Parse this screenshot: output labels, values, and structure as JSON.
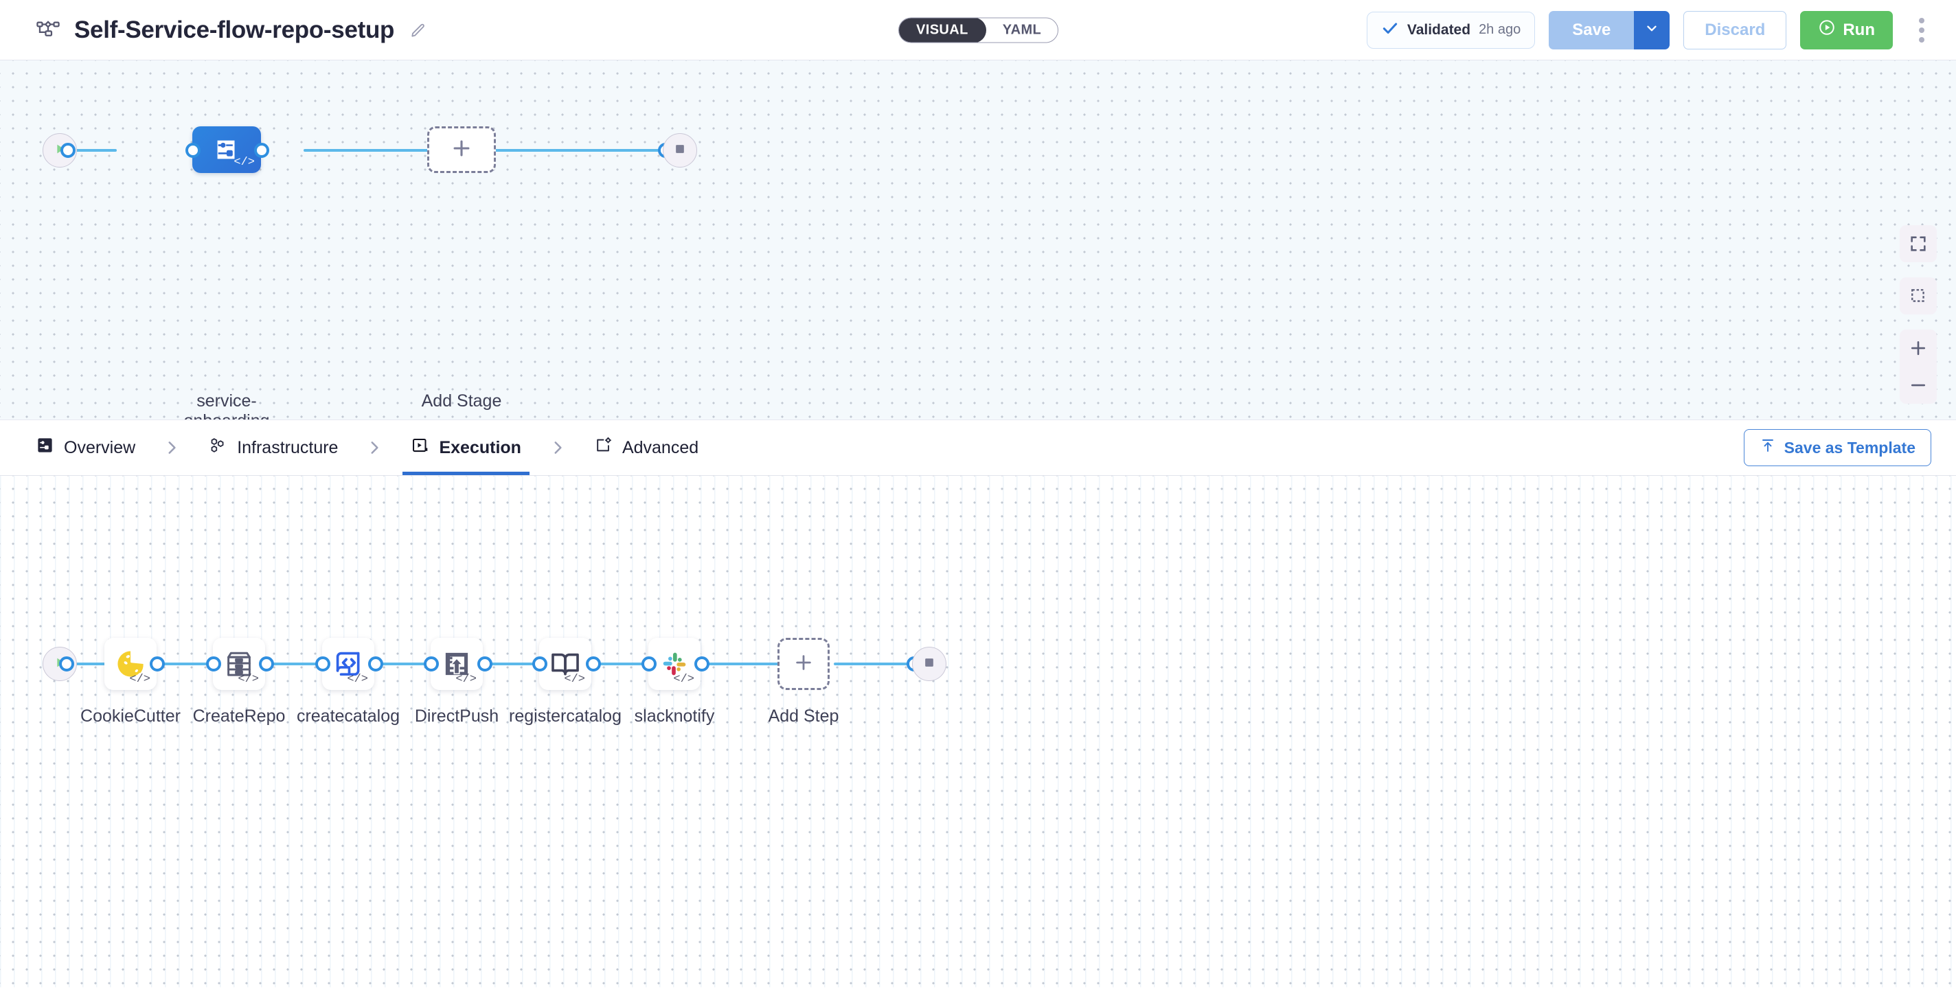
{
  "header": {
    "pipeline_icon": "pipeline-flow-icon",
    "title": "Self-Service-flow-repo-setup",
    "edit_icon": "pencil-edit-icon",
    "view_toggle": {
      "options": [
        "VISUAL",
        "YAML"
      ],
      "selected": "VISUAL"
    },
    "validation": {
      "icon": "check-icon",
      "label": "Validated",
      "time": "2h ago"
    },
    "save_label": "Save",
    "save_caret_icon": "chevron-down-icon",
    "discard_label": "Discard",
    "run_label": "Run",
    "run_icon": "play-circle-icon",
    "more_icon": "kebab-menu-icon"
  },
  "stage_graph": {
    "start_icon": "play-icon",
    "end_icon": "stop-square-icon",
    "nodes": [
      {
        "id": "service-onboarding",
        "label": "service-\nonboarding",
        "icon": "service-deployment-icon",
        "code_badge": "</>",
        "selected": true
      }
    ],
    "add_stage": {
      "label": "Add Stage",
      "icon": "plus-icon"
    }
  },
  "tabs": {
    "items": [
      {
        "id": "overview",
        "label": "Overview",
        "icon": "overview-icon",
        "active": false
      },
      {
        "id": "infrastructure",
        "label": "Infrastructure",
        "icon": "infrastructure-hex-icon",
        "active": false
      },
      {
        "id": "execution",
        "label": "Execution",
        "icon": "execution-play-icon",
        "active": true
      },
      {
        "id": "advanced",
        "label": "Advanced",
        "icon": "advanced-gear-icon",
        "active": false
      }
    ],
    "separator_icon": "chevron-right-icon",
    "save_template": {
      "label": "Save as Template",
      "icon": "upload-template-icon"
    }
  },
  "step_graph": {
    "start_icon": "play-icon",
    "end_icon": "stop-square-icon",
    "code_badge": "</>",
    "steps": [
      {
        "id": "cookiecutter",
        "label": "CookieCutter",
        "icon": "cookie-icon"
      },
      {
        "id": "createrepo",
        "label": "CreateRepo",
        "icon": "archive-drawer-icon"
      },
      {
        "id": "createcatalog",
        "label": "createcatalog",
        "icon": "code-document-icon"
      },
      {
        "id": "directpush",
        "label": "DirectPush",
        "icon": "upload-push-icon"
      },
      {
        "id": "registercatalog",
        "label": "registercatalog",
        "icon": "open-book-icon"
      },
      {
        "id": "slacknotify",
        "label": "slacknotify",
        "icon": "slack-icon"
      }
    ],
    "add_step": {
      "label": "Add Step",
      "icon": "plus-icon"
    }
  },
  "canvas_controls": {
    "fit_icon": "fit-screen-icon",
    "select_icon": "marquee-select-icon",
    "zoom_in_icon": "zoom-in-icon",
    "zoom_out_icon": "zoom-out-icon"
  },
  "colors": {
    "accent_blue": "#2f6fd0",
    "edge_blue": "#5cb9ea",
    "run_green": "#5dc264",
    "stage_blue": "#2d85e0",
    "canvas_top": "#f4f9fc"
  }
}
